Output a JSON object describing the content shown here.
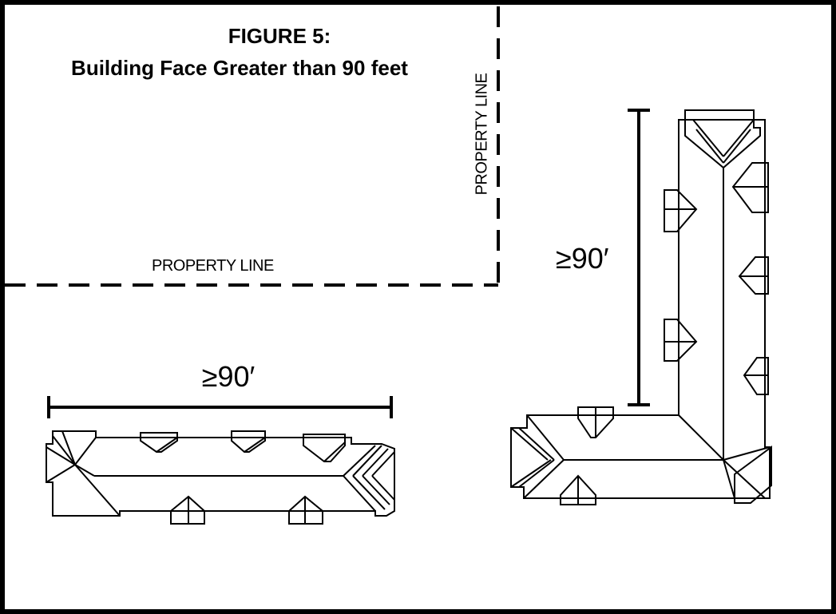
{
  "title": {
    "line1": "FIGURE 5:",
    "line2": "Building Face Greater than 90 feet"
  },
  "labels": {
    "property_line_horizontal": "PROPERTY LINE",
    "property_line_vertical": "PROPERTY LINE"
  },
  "dimensions": {
    "horizontal_building": "≥90′",
    "vertical_building": "≥90′"
  },
  "colors": {
    "ink": "#000000",
    "background": "#ffffff"
  }
}
